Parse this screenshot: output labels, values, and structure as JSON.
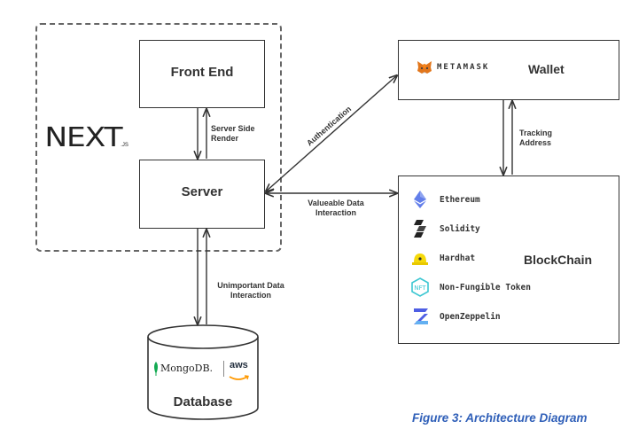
{
  "frontend": {
    "title": "Front End"
  },
  "server": {
    "title": "Server"
  },
  "wallet": {
    "title": "Wallet",
    "brand": "METAMASK",
    "icon": "metamask-fox-icon"
  },
  "blockchain": {
    "title": "BlockChain",
    "items": [
      {
        "label": "Ethereum",
        "icon": "ethereum-icon",
        "color": "#627eea"
      },
      {
        "label": "Solidity",
        "icon": "solidity-icon",
        "color": "#222222"
      },
      {
        "label": "Hardhat",
        "icon": "hardhat-icon",
        "color": "#f5d90a"
      },
      {
        "label": "Non-Fungible Token",
        "icon": "nft-icon",
        "color": "#3cc7d2"
      },
      {
        "label": "OpenZeppelin",
        "icon": "openzeppelin-icon",
        "color": "#4e5ee4"
      }
    ]
  },
  "database": {
    "title": "Database",
    "brand_mongo": "MongoDB.",
    "brand_aws": "aws"
  },
  "next_logo": {
    "text": "NEXT",
    "suffix": ".JS"
  },
  "edges": {
    "ssr": [
      "Server Side",
      "Render"
    ],
    "auth": "Authentication",
    "tracking": [
      "Tracking",
      "Address"
    ],
    "valuable": [
      "Valueable Data",
      "Interaction"
    ],
    "unimportant": [
      "Unimportant Data",
      "Interaction"
    ]
  },
  "caption": "Figure 3: Architecture Diagram",
  "colors": {
    "caption": "#2f5fb8",
    "mongo_leaf": "#13aa52",
    "aws_smile": "#ff9900"
  }
}
